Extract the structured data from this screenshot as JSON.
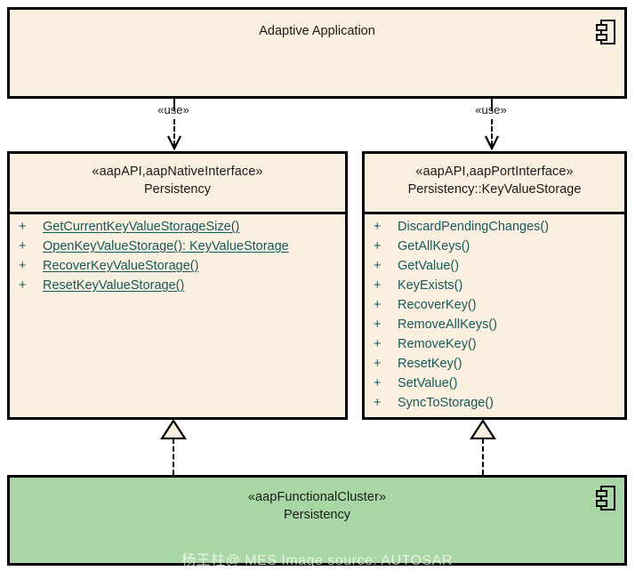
{
  "diagram": {
    "type": "uml-component-diagram",
    "colors": {
      "component_fill": "#fbf0e0",
      "cluster_fill": "#a8d7a5",
      "border": "#000000",
      "member_text": "#14595c",
      "title_text": "#1a1a1a"
    }
  },
  "application": {
    "name": "Adaptive Application",
    "icon": "component-icon"
  },
  "interfaces": [
    {
      "stereotype": "«aapAPI,aapNativeInterface»",
      "name": "Persistency",
      "members_underlined": true,
      "members": [
        {
          "visibility": "+",
          "signature": "GetCurrentKeyValueStorageSize()"
        },
        {
          "visibility": "+",
          "signature": "OpenKeyValueStorage(): KeyValueStorage"
        },
        {
          "visibility": "+",
          "signature": "RecoverKeyValueStorage()"
        },
        {
          "visibility": "+",
          "signature": "ResetKeyValueStorage()"
        }
      ]
    },
    {
      "stereotype": "«aapAPI,aapPortInterface»",
      "name": "Persistency::KeyValueStorage",
      "members_underlined": false,
      "members": [
        {
          "visibility": "+",
          "signature": "DiscardPendingChanges()"
        },
        {
          "visibility": "+",
          "signature": "GetAllKeys()"
        },
        {
          "visibility": "+",
          "signature": "GetValue()"
        },
        {
          "visibility": "+",
          "signature": "KeyExists()"
        },
        {
          "visibility": "+",
          "signature": "RecoverKey()"
        },
        {
          "visibility": "+",
          "signature": "RemoveAllKeys()"
        },
        {
          "visibility": "+",
          "signature": "RemoveKey()"
        },
        {
          "visibility": "+",
          "signature": "ResetKey()"
        },
        {
          "visibility": "+",
          "signature": "SetValue()"
        },
        {
          "visibility": "+",
          "signature": "SyncToStorage()"
        }
      ]
    }
  ],
  "cluster": {
    "stereotype": "«aapFunctionalCluster»",
    "name": "Persistency",
    "icon": "component-icon"
  },
  "connectors": {
    "dependency_label_left": "«use»",
    "dependency_label_right": "«use»",
    "dependency_kind": "dashed-open-arrow",
    "realization_kind": "dashed-hollow-triangle"
  },
  "watermark": {
    "text": "杨王柱@ MES Image source:  AUTOSAR"
  }
}
